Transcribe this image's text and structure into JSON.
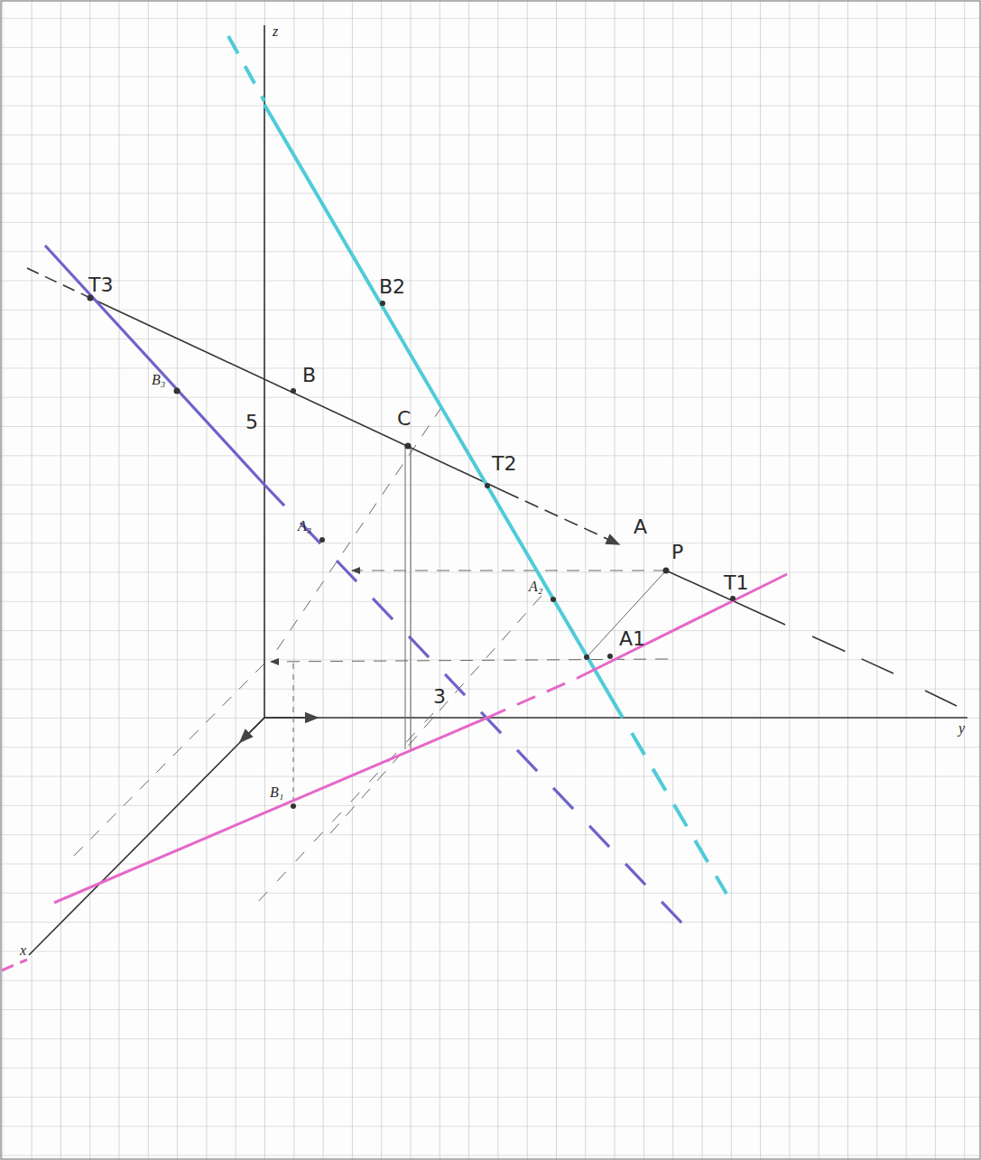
{
  "diagram": {
    "labels": [
      "z",
      "x",
      "y",
      "T3",
      "B₃",
      "B",
      "5",
      "C",
      "T2",
      "B2",
      "A₃",
      "A",
      "P",
      "T1",
      "A₂",
      "A1",
      "3",
      "B₁"
    ]
  }
}
